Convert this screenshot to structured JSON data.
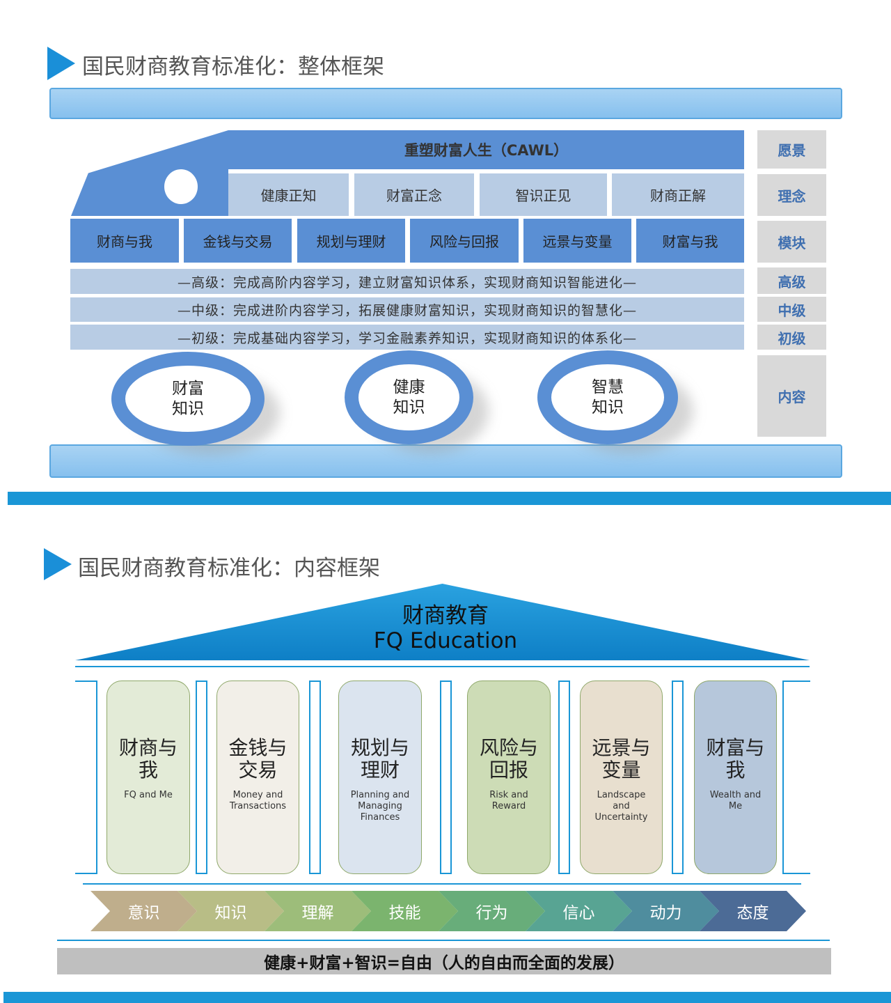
{
  "section1": {
    "title": "国民财商教育标准化：整体框架",
    "vision": "重塑财富人生（CAWL）",
    "concepts": [
      "健康正知",
      "财富正念",
      "智识正见",
      "财商正解"
    ],
    "modules": [
      "财商与我",
      "金钱与交易",
      "规划与理财",
      "风险与回报",
      "远景与变量",
      "财富与我"
    ],
    "levels": [
      "—高级：完成高阶内容学习，建立财富知识体系，实现财商知识智能进化—",
      "—中级：完成进阶内容学习，拓展健康财富知识，实现财商知识的智慧化—",
      "—初级：完成基础内容学习，学习金融素养知识，实现财商知识的体系化—"
    ],
    "rings": [
      [
        "财富",
        "知识"
      ],
      [
        "健康",
        "知识"
      ],
      [
        "智慧",
        "知识"
      ]
    ],
    "side": [
      "愿景",
      "理念",
      "模块",
      "高级",
      "中级",
      "初级",
      "内容"
    ]
  },
  "section2": {
    "title": "国民财商教育标准化：内容框架",
    "roof_cn": "财商教育",
    "roof_en": "FQ Education",
    "pillars": [
      {
        "cn": "财商与我",
        "en": "FQ and Me",
        "color": "#e3ebd7"
      },
      {
        "cn": "金钱与交易",
        "en": "Money and Transactions",
        "color": "#f2efe8"
      },
      {
        "cn": "规划与理财",
        "en": "Planning and Managing Finances",
        "color": "#dbe4ef"
      },
      {
        "cn": "风险与回报",
        "en": "Risk and Reward",
        "color": "#cddcb6"
      },
      {
        "cn": "远景与变量",
        "en": "Landscape and Uncertainty",
        "color": "#e8dfcf"
      },
      {
        "cn": "财富与我",
        "en": "Wealth and Me",
        "color": "#b6c7db"
      }
    ],
    "stages": [
      {
        "label": "意识",
        "color": "#bfae8c"
      },
      {
        "label": "知识",
        "color": "#b8bd86"
      },
      {
        "label": "理解",
        "color": "#9dbd7a"
      },
      {
        "label": "技能",
        "color": "#7bb46e"
      },
      {
        "label": "行为",
        "color": "#68ad7a"
      },
      {
        "label": "信心",
        "color": "#58a493"
      },
      {
        "label": "动力",
        "color": "#4f8d9e"
      },
      {
        "label": "态度",
        "color": "#4c6b96"
      }
    ],
    "footer": "健康+财富+智识=自由（人的自由而全面的发展）"
  }
}
